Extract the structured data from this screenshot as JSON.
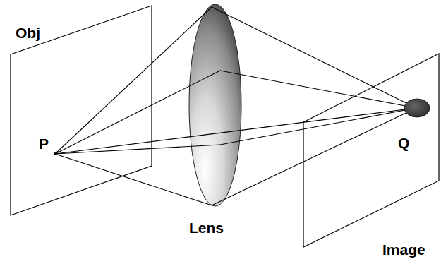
{
  "diagram": {
    "labels": [
      "Obj",
      "P",
      "Lens",
      "Q",
      "Image"
    ]
  }
}
